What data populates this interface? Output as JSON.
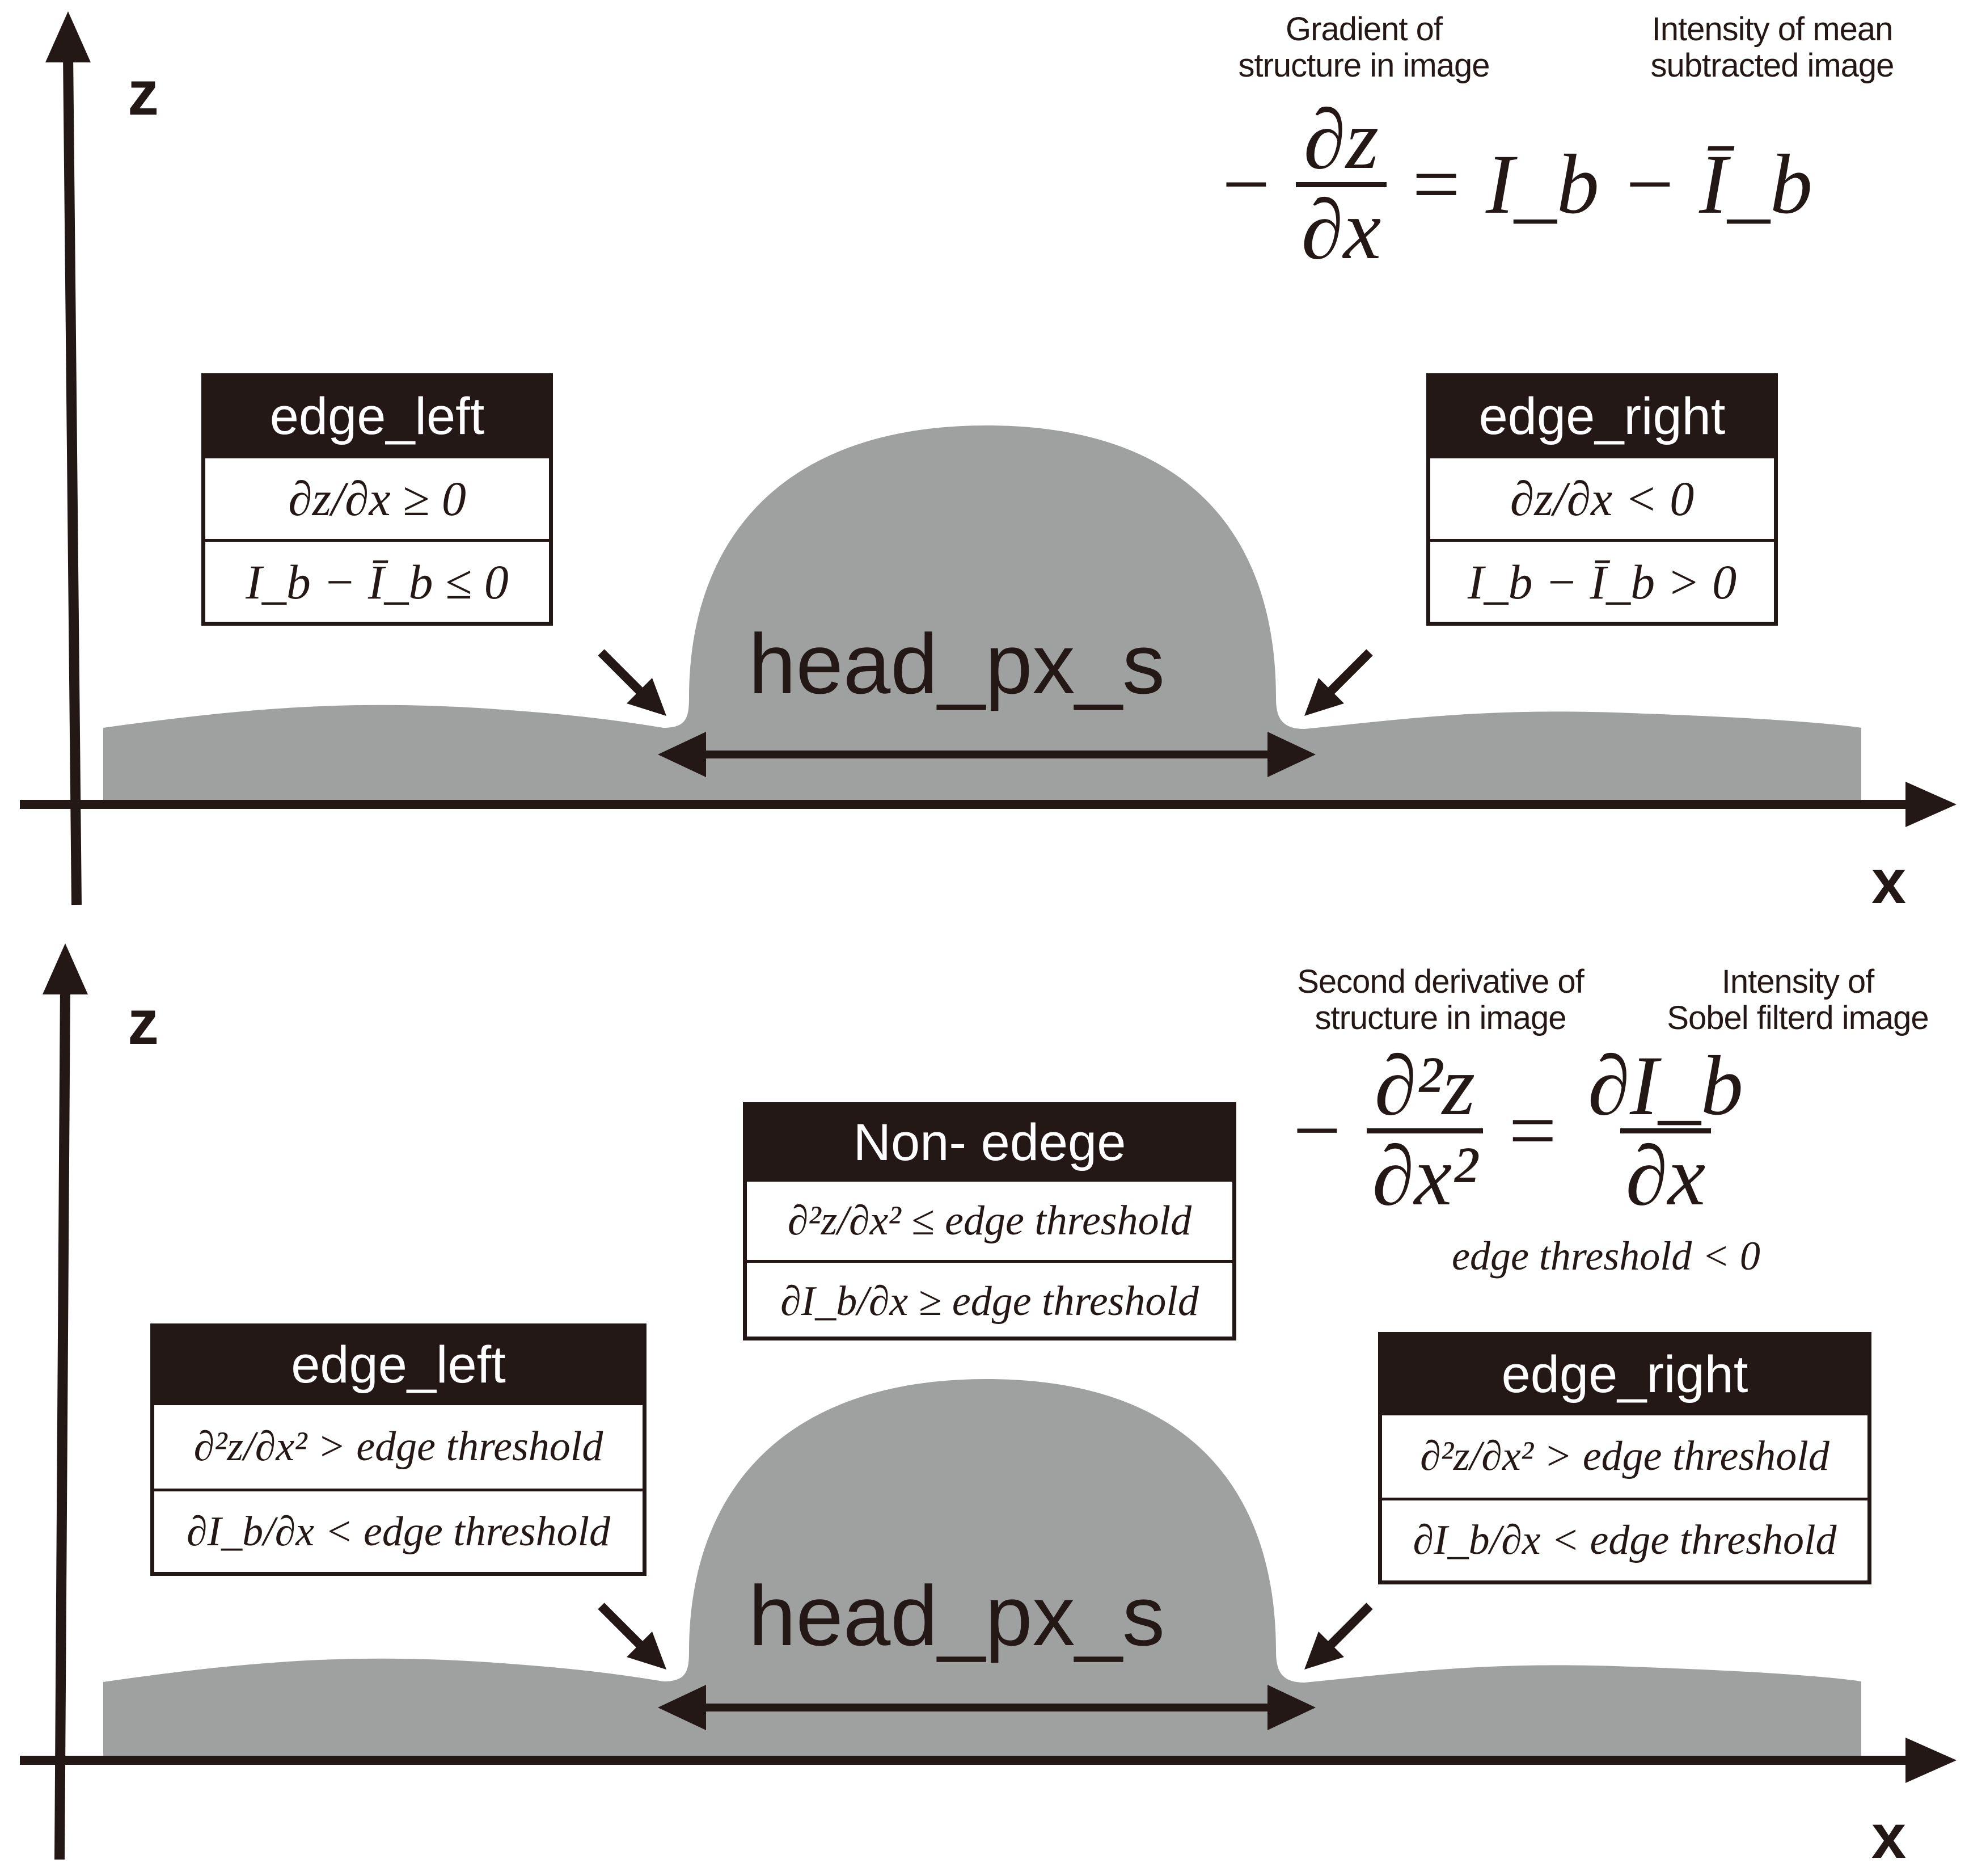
{
  "panels": [
    {
      "z_label": "z",
      "x_label": "x",
      "note_left": [
        "Gradient of",
        "structure in image"
      ],
      "note_right": [
        "Intensity of mean",
        "subtracted image"
      ],
      "equation": {
        "minus": "−",
        "lhs_num": "∂z",
        "lhs_den": "∂x",
        "equals": "=",
        "rhs": "I_b − Ī_b"
      },
      "left_box": {
        "title": "edge_left",
        "row1": "∂z/∂x ≥ 0",
        "row2": "I_b − Ī_b ≤ 0"
      },
      "right_box": {
        "title": "edge_right",
        "row1": "∂z/∂x < 0",
        "row2": "I_b − Ī_b > 0"
      },
      "head_label": "head_px_s"
    },
    {
      "z_label": "z",
      "x_label": "x",
      "note_left": [
        "Second derivative of",
        "structure in image"
      ],
      "note_right": [
        "Intensity of",
        "Sobel filterd image"
      ],
      "equation": {
        "minus": "−",
        "lhs_num": "∂²z",
        "lhs_den": "∂x²",
        "equals": "=",
        "rhs_num": "∂I_b",
        "rhs_den": "∂x"
      },
      "threshold_note": "edge threshold < 0",
      "center_box": {
        "title": "Non- edege",
        "row1": "∂²z/∂x² ≤ edge threshold",
        "row2": "∂I_b/∂x ≥ edge threshold"
      },
      "left_box": {
        "title": "edge_left",
        "row1": "∂²z/∂x² > edge threshold",
        "row2": "∂I_b/∂x < edge threshold"
      },
      "right_box": {
        "title": "edge_right",
        "row1": "∂²z/∂x² > edge threshold",
        "row2": "∂I_b/∂x < edge threshold"
      },
      "head_label": "head_px_s"
    }
  ],
  "colors": {
    "ink": "#231815",
    "structure_fill": "#9fa0a0",
    "background": "#ffffff"
  }
}
